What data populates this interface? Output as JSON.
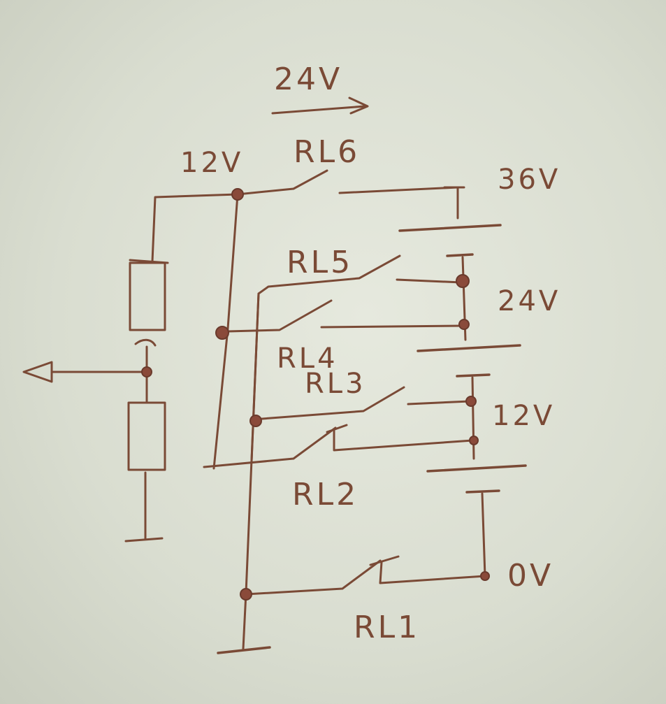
{
  "labels": {
    "top_24v": "24V",
    "rl6_12v": "12V",
    "rl6": "RL6",
    "v36": "36V",
    "rl5": "RL5",
    "v24": "24V",
    "rl4": "RL4",
    "rl3": "RL3",
    "v12": "12V",
    "rl2": "RL2",
    "v0": "0V",
    "rl1": "RL1"
  },
  "colors": {
    "ink": "#7a4a36",
    "paper": "#dcdfd2"
  }
}
